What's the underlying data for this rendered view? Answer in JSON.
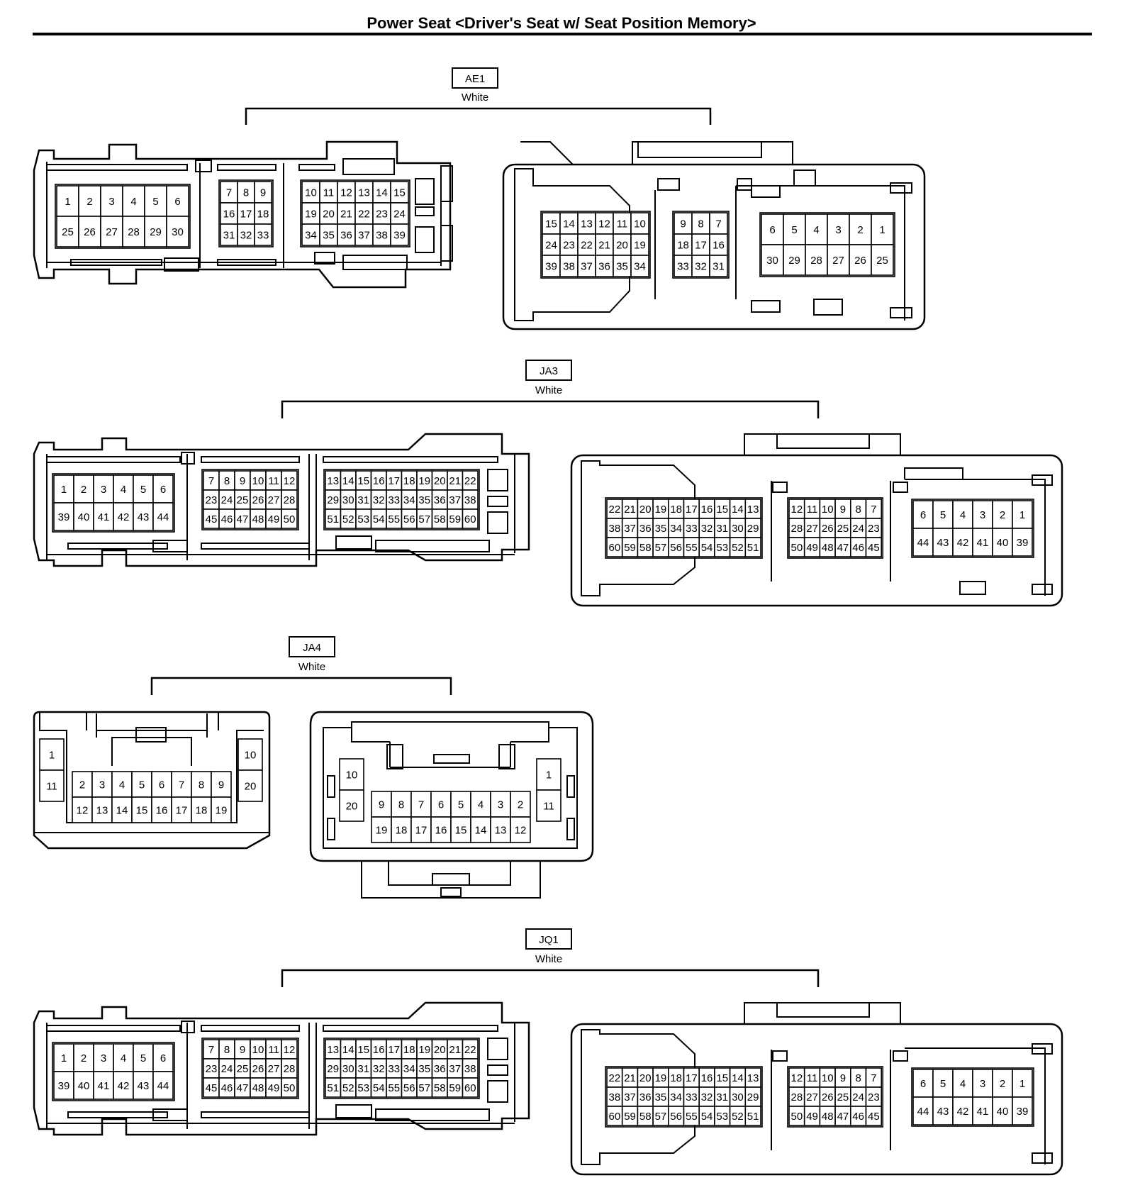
{
  "page": {
    "title": "Power Seat <Driver's Seat w/ Seat Position Memory>"
  },
  "connectors": [
    {
      "label": "AE1",
      "color": "White",
      "left_grids": [
        [
          [
            "1",
            "2",
            "3",
            "4",
            "5",
            "6"
          ],
          [
            "25",
            "26",
            "27",
            "28",
            "29",
            "30"
          ]
        ],
        [
          [
            "7",
            "8",
            "9"
          ],
          [
            "16",
            "17",
            "18"
          ],
          [
            "31",
            "32",
            "33"
          ]
        ],
        [
          [
            "10",
            "11",
            "12",
            "13",
            "14",
            "15"
          ],
          [
            "19",
            "20",
            "21",
            "22",
            "23",
            "24"
          ],
          [
            "34",
            "35",
            "36",
            "37",
            "38",
            "39"
          ]
        ]
      ],
      "right_grids": [
        [
          [
            "15",
            "14",
            "13",
            "12",
            "11",
            "10"
          ],
          [
            "24",
            "23",
            "22",
            "21",
            "20",
            "19"
          ],
          [
            "39",
            "38",
            "37",
            "36",
            "35",
            "34"
          ]
        ],
        [
          [
            "9",
            "8",
            "7"
          ],
          [
            "18",
            "17",
            "16"
          ],
          [
            "33",
            "32",
            "31"
          ]
        ],
        [
          [
            "6",
            "5",
            "4",
            "3",
            "2",
            "1"
          ],
          [
            "30",
            "29",
            "28",
            "27",
            "26",
            "25"
          ]
        ]
      ]
    },
    {
      "label": "JA3",
      "color": "White",
      "left_grids": [
        [
          [
            "1",
            "2",
            "3",
            "4",
            "5",
            "6"
          ],
          [
            "39",
            "40",
            "41",
            "42",
            "43",
            "44"
          ]
        ],
        [
          [
            "7",
            "8",
            "9",
            "10",
            "11",
            "12"
          ],
          [
            "23",
            "24",
            "25",
            "26",
            "27",
            "28"
          ],
          [
            "45",
            "46",
            "47",
            "48",
            "49",
            "50"
          ]
        ],
        [
          [
            "13",
            "14",
            "15",
            "16",
            "17",
            "18",
            "19",
            "20",
            "21",
            "22"
          ],
          [
            "29",
            "30",
            "31",
            "32",
            "33",
            "34",
            "35",
            "36",
            "37",
            "38"
          ],
          [
            "51",
            "52",
            "53",
            "54",
            "55",
            "56",
            "57",
            "58",
            "59",
            "60"
          ]
        ]
      ],
      "right_grids": [
        [
          [
            "22",
            "21",
            "20",
            "19",
            "18",
            "17",
            "16",
            "15",
            "14",
            "13"
          ],
          [
            "38",
            "37",
            "36",
            "35",
            "34",
            "33",
            "32",
            "31",
            "30",
            "29"
          ],
          [
            "60",
            "59",
            "58",
            "57",
            "56",
            "55",
            "54",
            "53",
            "52",
            "51"
          ]
        ],
        [
          [
            "12",
            "11",
            "10",
            "9",
            "8",
            "7"
          ],
          [
            "28",
            "27",
            "26",
            "25",
            "24",
            "23"
          ],
          [
            "50",
            "49",
            "48",
            "47",
            "46",
            "45"
          ]
        ],
        [
          [
            "6",
            "5",
            "4",
            "3",
            "2",
            "1"
          ],
          [
            "44",
            "43",
            "42",
            "41",
            "40",
            "39"
          ]
        ]
      ]
    },
    {
      "label": "JA4",
      "color": "White",
      "left": {
        "side_left": [
          "1",
          "11"
        ],
        "main": [
          [
            "2",
            "3",
            "4",
            "5",
            "6",
            "7",
            "8",
            "9"
          ],
          [
            "12",
            "13",
            "14",
            "15",
            "16",
            "17",
            "18",
            "19"
          ]
        ],
        "side_right": [
          "10",
          "20"
        ]
      },
      "right": {
        "side_left": [
          "10",
          "20"
        ],
        "main": [
          [
            "9",
            "8",
            "7",
            "6",
            "5",
            "4",
            "3",
            "2"
          ],
          [
            "19",
            "18",
            "17",
            "16",
            "15",
            "14",
            "13",
            "12"
          ]
        ],
        "side_right": [
          "1",
          "11"
        ]
      }
    },
    {
      "label": "JQ1",
      "color": "White",
      "left_grids": [
        [
          [
            "1",
            "2",
            "3",
            "4",
            "5",
            "6"
          ],
          [
            "39",
            "40",
            "41",
            "42",
            "43",
            "44"
          ]
        ],
        [
          [
            "7",
            "8",
            "9",
            "10",
            "11",
            "12"
          ],
          [
            "23",
            "24",
            "25",
            "26",
            "27",
            "28"
          ],
          [
            "45",
            "46",
            "47",
            "48",
            "49",
            "50"
          ]
        ],
        [
          [
            "13",
            "14",
            "15",
            "16",
            "17",
            "18",
            "19",
            "20",
            "21",
            "22"
          ],
          [
            "29",
            "30",
            "31",
            "32",
            "33",
            "34",
            "35",
            "36",
            "37",
            "38"
          ],
          [
            "51",
            "52",
            "53",
            "54",
            "55",
            "56",
            "57",
            "58",
            "59",
            "60"
          ]
        ]
      ],
      "right_grids": [
        [
          [
            "22",
            "21",
            "20",
            "19",
            "18",
            "17",
            "16",
            "15",
            "14",
            "13"
          ],
          [
            "38",
            "37",
            "36",
            "35",
            "34",
            "33",
            "32",
            "31",
            "30",
            "29"
          ],
          [
            "60",
            "59",
            "58",
            "57",
            "56",
            "55",
            "54",
            "53",
            "52",
            "51"
          ]
        ],
        [
          [
            "12",
            "11",
            "10",
            "9",
            "8",
            "7"
          ],
          [
            "28",
            "27",
            "26",
            "25",
            "24",
            "23"
          ],
          [
            "50",
            "49",
            "48",
            "47",
            "46",
            "45"
          ]
        ],
        [
          [
            "6",
            "5",
            "4",
            "3",
            "2",
            "1"
          ],
          [
            "44",
            "43",
            "42",
            "41",
            "40",
            "39"
          ]
        ]
      ]
    }
  ]
}
